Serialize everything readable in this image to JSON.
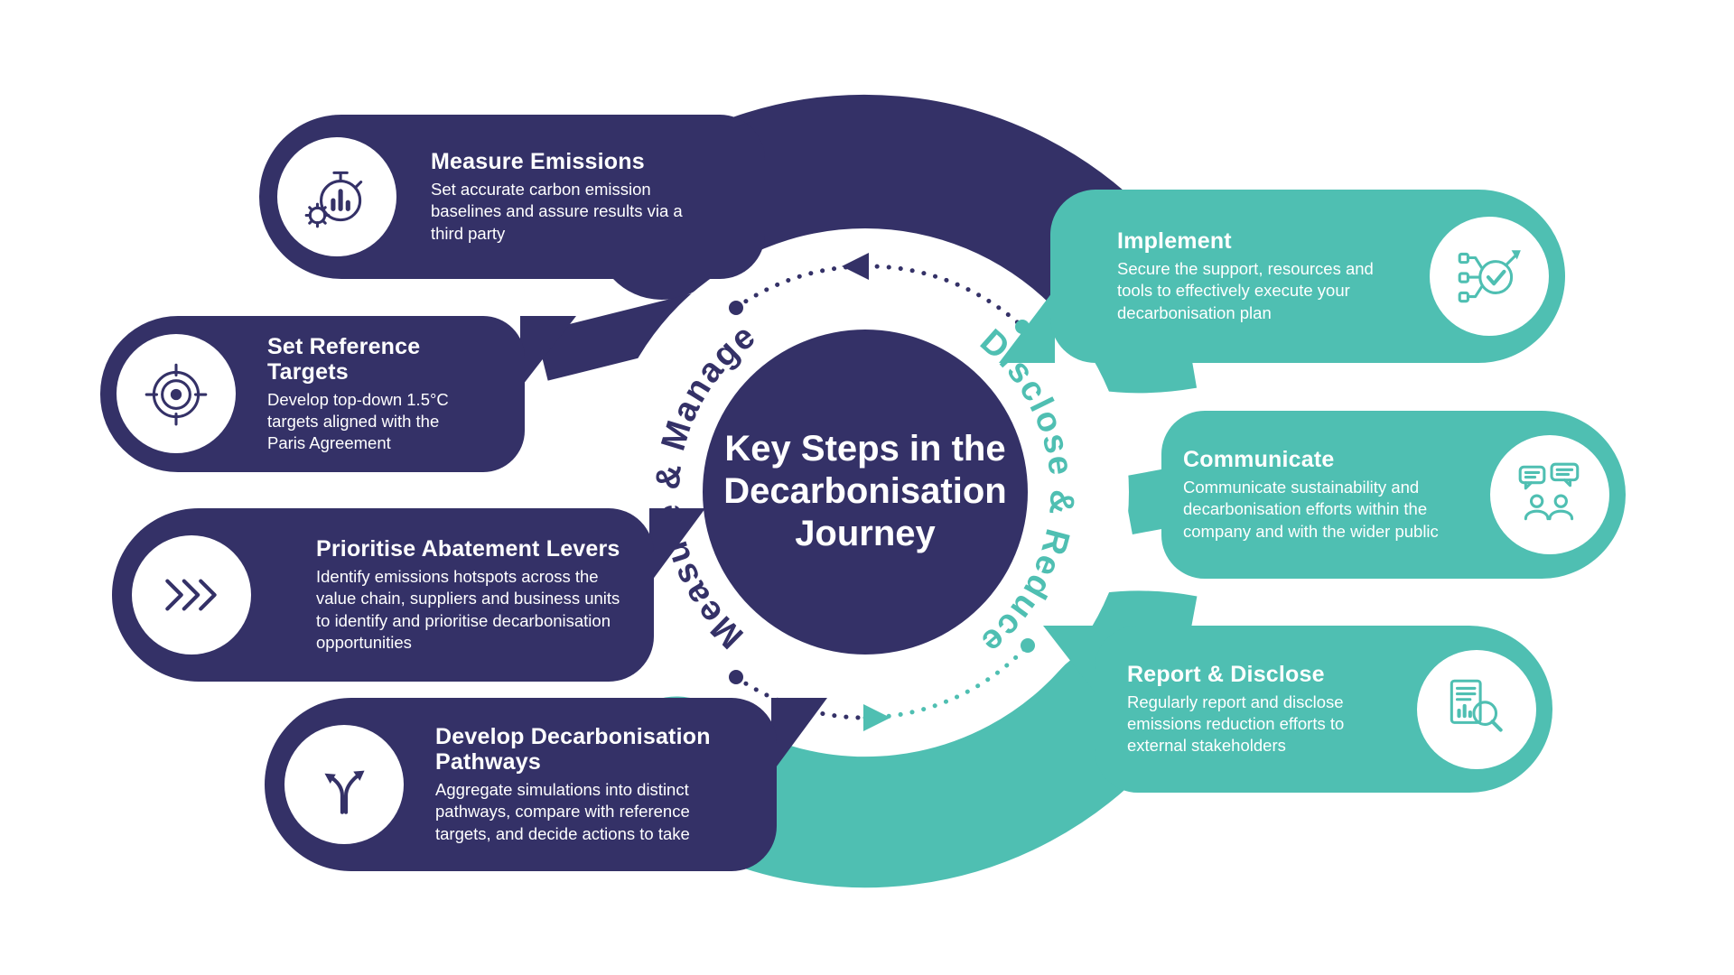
{
  "center": {
    "title_lines": [
      "Key Steps in the",
      "Decarbonisation",
      "Journey"
    ],
    "left_arc_label": "Measure & Manage",
    "right_arc_label": "Disclose & Reduce"
  },
  "colors": {
    "navy": "#343167",
    "teal": "#4FBFB2",
    "background": "#FFFFFF",
    "card_text": "#FFFFFF"
  },
  "left_cards": [
    {
      "title": "Measure Emissions",
      "body": "Set accurate carbon emission baselines and assure results via a third party",
      "icon": "stopwatch-chart-icon"
    },
    {
      "title": "Set Reference Targets",
      "body": "Develop top-down 1.5°C targets aligned with the Paris Agreement",
      "icon": "target-icon"
    },
    {
      "title": "Prioritise Abatement Levers",
      "body": "Identify emissions hotspots across the value chain, suppliers and business units to identify and prioritise decarbonisation opportunities",
      "icon": "chevron-flow-icon"
    },
    {
      "title": "Develop Decarbonisation Pathways",
      "body": "Aggregate simulations into distinct pathways, compare with reference targets, and decide actions to take",
      "icon": "branching-arrows-icon"
    }
  ],
  "right_cards": [
    {
      "title": "Implement",
      "body": "Secure the support, resources and tools to effectively execute your decarbonisation plan",
      "icon": "implement-check-icon"
    },
    {
      "title": "Communicate",
      "body": "Communicate sustainability and decarbonisation efforts within the company and with the wider public",
      "icon": "communication-icon"
    },
    {
      "title": "Report & Disclose",
      "body": "Regularly report and disclose emissions reduction efforts to external stakeholders",
      "icon": "report-magnifier-icon"
    }
  ]
}
